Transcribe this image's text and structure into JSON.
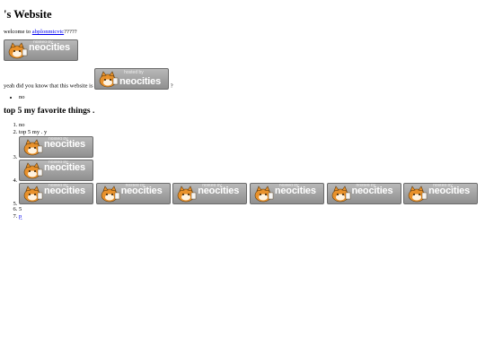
{
  "header": {
    "title": "'s Website"
  },
  "intro": {
    "prefix": "welcome to ",
    "link_text": "abplonmtcvtc",
    "suffix": "?????"
  },
  "badge": {
    "hosted_by": "hosted by",
    "brand": "neocities"
  },
  "fact": {
    "text": "yeah did you know that this website is ",
    "suffix": "?"
  },
  "bullets": [
    "no"
  ],
  "favorites": {
    "heading": "top 5 my favorite things .",
    "items": [
      "no",
      "top 5 my . y",
      "",
      "",
      "",
      "5",
      "p"
    ],
    "badge_counts": [
      0,
      0,
      1,
      1,
      6,
      0,
      0
    ],
    "item7_is_link": true
  },
  "colors": {
    "link": "#0000ee",
    "badge_bg": "#a8a8a8",
    "cat_orange": "#e8912b"
  }
}
